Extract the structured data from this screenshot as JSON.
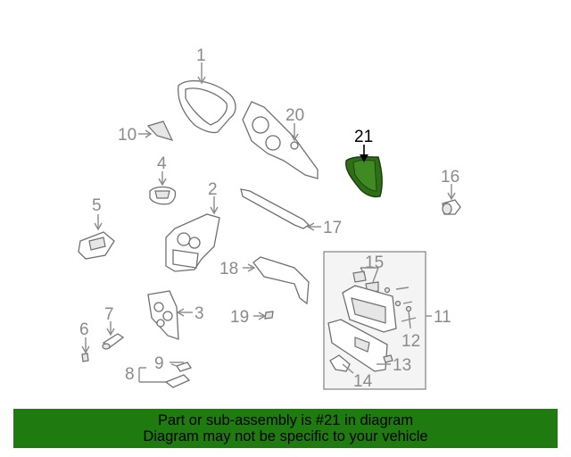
{
  "diagram": {
    "labels": {
      "l1": "1",
      "l2": "2",
      "l3": "3",
      "l4": "4",
      "l5": "5",
      "l6": "6",
      "l7": "7",
      "l8": "8",
      "l9": "9",
      "l10": "10",
      "l11": "11",
      "l12": "12",
      "l13": "13",
      "l14": "14",
      "l15": "15",
      "l16": "16",
      "l17": "17",
      "l18": "18",
      "l19": "19",
      "l20": "20",
      "l21": "21"
    },
    "highlight_part": "21",
    "colors": {
      "highlight_fill": "#2e6e17",
      "line_color": "#8a8a8a",
      "banner_bg": "#1f7a0f"
    }
  },
  "banner": {
    "line1": "Part or sub-assembly is #21 in diagram",
    "line2": "Diagram may not be specific to your vehicle"
  }
}
